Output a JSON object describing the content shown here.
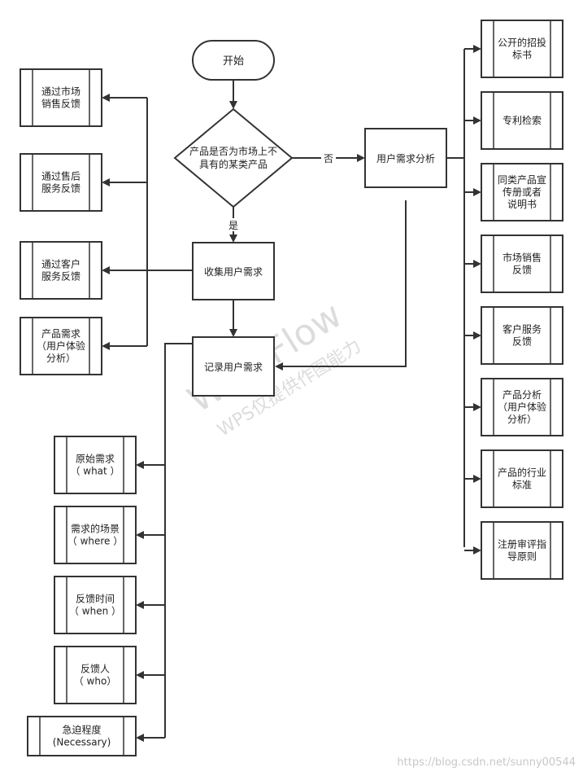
{
  "flow": {
    "start": "开始",
    "decision": [
      "产品是否为市场上不",
      "具有的某类产品"
    ],
    "yes_label": "是",
    "no_label": "否",
    "collect": "收集用户需求",
    "record": "记录用户需求",
    "analysis": "用户需求分析"
  },
  "collect_sources": [
    [
      "通过市场",
      "销售反馈"
    ],
    [
      "通过售后",
      "服务反馈"
    ],
    [
      "通过客户",
      "服务反馈"
    ],
    [
      "产品需求",
      "（用户体验",
      "分析）"
    ]
  ],
  "analysis_sources": [
    [
      "公开的招投",
      "标书"
    ],
    [
      "专利检索"
    ],
    [
      "同类产品宣",
      "传册或者",
      "说明书"
    ],
    [
      "市场销售",
      "反馈"
    ],
    [
      "客户服务",
      "反馈"
    ],
    [
      "产品分析",
      "（用户体验",
      "分析）"
    ],
    [
      "产品的行业",
      "标准"
    ],
    [
      "注册审评指",
      "导原则"
    ]
  ],
  "record_items": [
    [
      "原始需求",
      "（ what ）"
    ],
    [
      "需求的场景",
      "（ where ）"
    ],
    [
      "反馈时间",
      "（ when ）"
    ],
    [
      "反馈人",
      "（ who）"
    ],
    [
      "急迫程度",
      "(Necessary)"
    ]
  ],
  "watermark": {
    "line1": "WPS Flow",
    "line2": "WPS仅提供作图能力"
  },
  "site": "https://blog.csdn.net/sunny00544"
}
